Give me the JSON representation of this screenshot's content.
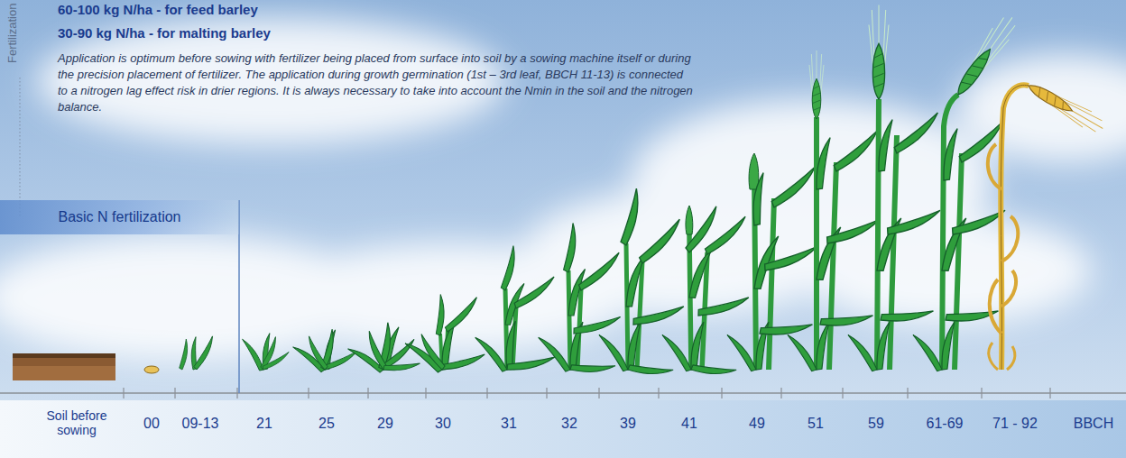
{
  "diagram": {
    "nodes": [
      {
        "text": [
          "Basic N fertilization"
        ]
      }
    ],
    "labels": [
      "Fertilization",
      "60-100 kg N/ha - for feed barley",
      "30-90 kg N/ha - for malting barley",
      "Application is optimum before sowing with fertilizer being placed from surface into soil by a sowing machine itself or during the precision placement of fertilizer. The application during growth germination (1st – 3rd leaf, BBCH 11-13) is connected to a nitrogen lag effect risk in drier regions. It is always necessary to take into account the Nmin in the soil and the nitrogen balance.",
      "Soil before sowing",
      "00",
      "09-13",
      "21",
      "25",
      "29",
      "30",
      "31",
      "32",
      "39",
      "41",
      "49",
      "51",
      "59",
      "61-69",
      "71 - 92",
      "BBCH"
    ]
  }
}
